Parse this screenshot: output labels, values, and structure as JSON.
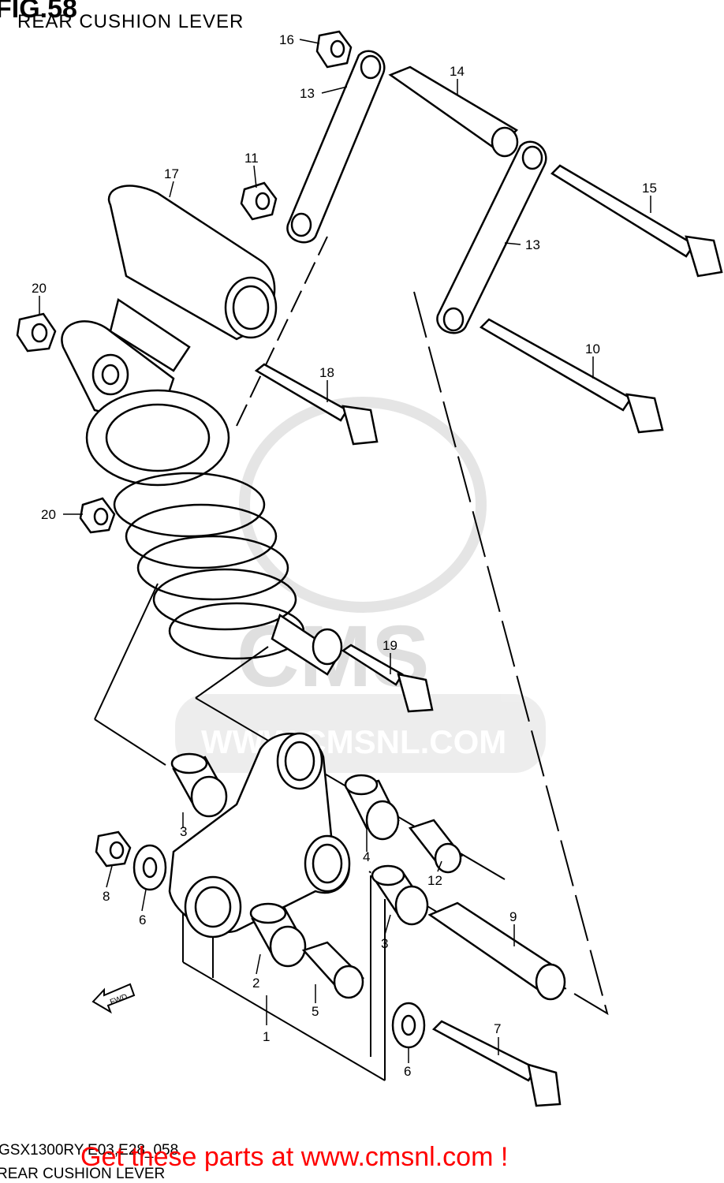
{
  "header": {
    "fig_title": "FIG.58",
    "subtitle": "REAR CUSHION LEVER"
  },
  "footer": {
    "model_code": "GSX1300RY-E03,E28_058",
    "section_name": "REAR CUSHION LEVER",
    "promo_link": "Get these parts at www.cmsnl.com !",
    "promo_color": "#ff0000"
  },
  "watermark": {
    "brand": "CMS",
    "url": "WWW.CMSNL.COM"
  },
  "direction_arrow": "FWD",
  "callouts": {
    "c1": "1",
    "c2": "2",
    "c3a": "3",
    "c3b": "3",
    "c4": "4",
    "c5": "5",
    "c6a": "6",
    "c6b": "6",
    "c7": "7",
    "c8": "8",
    "c9": "9",
    "c10": "10",
    "c11": "11",
    "c12": "12",
    "c13a": "13",
    "c13b": "13",
    "c14": "14",
    "c15": "15",
    "c16": "16",
    "c17": "17",
    "c18": "18",
    "c19": "19",
    "c20a": "20",
    "c20b": "20"
  }
}
